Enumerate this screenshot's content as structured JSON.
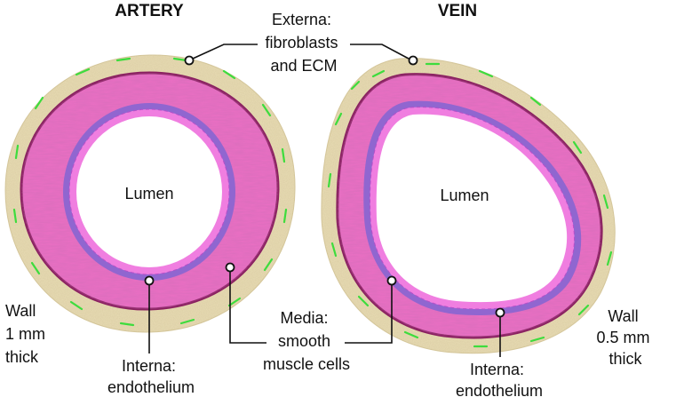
{
  "artery": {
    "title": "ARTERY",
    "lumen": "Lumen",
    "wall": [
      "Wall",
      "1 mm",
      "thick"
    ],
    "interna": [
      "Interna:",
      "endothelium"
    ]
  },
  "vein": {
    "title": "VEIN",
    "lumen": "Lumen",
    "wall": [
      "Wall",
      "0.5 mm",
      "thick"
    ],
    "interna": [
      "Interna:",
      "endothelium"
    ]
  },
  "externa": [
    "Externa:",
    "fibroblasts",
    "and ECM"
  ],
  "media": [
    "Media:",
    "smooth",
    "muscle cells"
  ],
  "colors": {
    "externa": "#e8dcb4",
    "fibroblast": "#3ddc3d",
    "media": "#ec6fc4",
    "media_edge": "#8a2060",
    "interna": "#9066d0",
    "endothelium": "#f07ee0",
    "lumen": "#ffffff"
  }
}
